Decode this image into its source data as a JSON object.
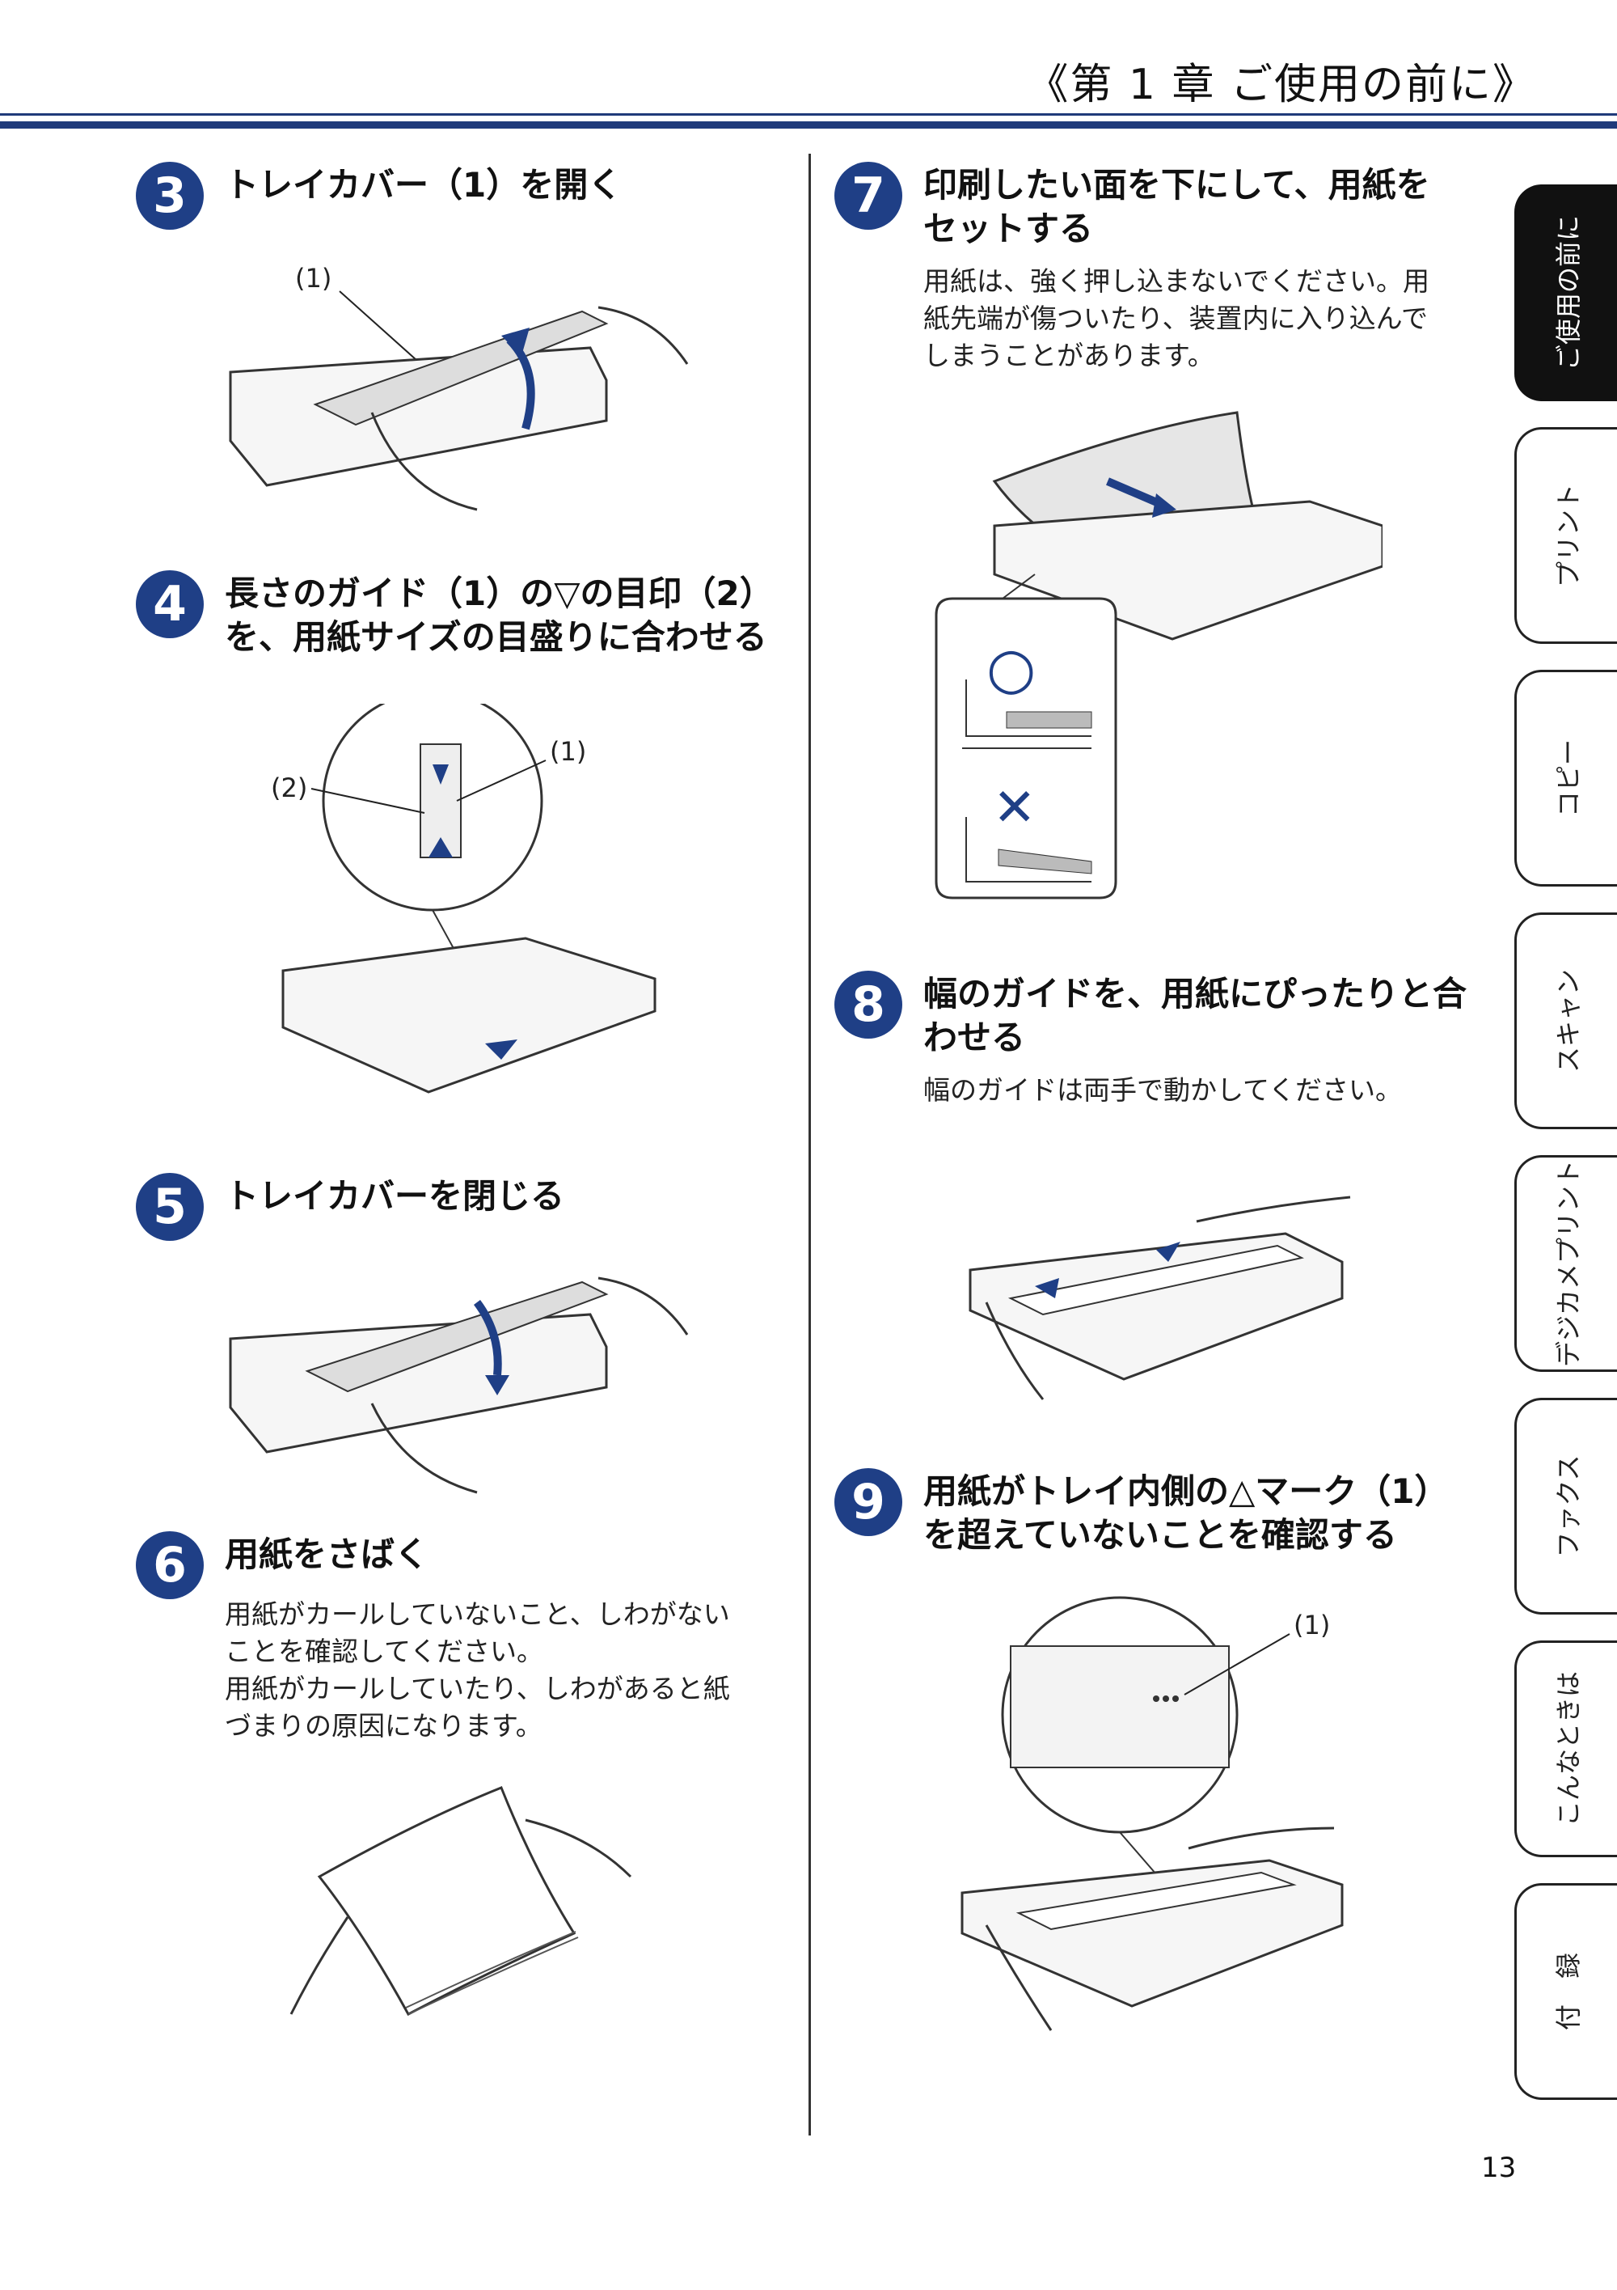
{
  "header": {
    "chapter_title": "《第 1 章 ご使用の前に》"
  },
  "steps": {
    "s3": {
      "number": "3",
      "title": "トレイカバー（1）を開く",
      "callout1": "(1)"
    },
    "s4": {
      "number": "4",
      "title_line1": "長さのガイド（1）の▽の目印（2）",
      "title_line2": "を、用紙サイズの目盛りに合わせる",
      "callout1": "(1)",
      "callout2": "(2)"
    },
    "s5": {
      "number": "5",
      "title": "トレイカバーを閉じる"
    },
    "s6": {
      "number": "6",
      "title": "用紙をさばく",
      "body_line1": "用紙がカールしていないこと、しわがない",
      "body_line2": "ことを確認してください。",
      "body_line3": "用紙がカールしていたり、しわがあると紙",
      "body_line4": "づまりの原因になります。"
    },
    "s7": {
      "number": "7",
      "title_line1": "印刷したい面を下にして、用紙を",
      "title_line2": "セットする",
      "body_line1": "用紙は、強く押し込まないでください。用",
      "body_line2": "紙先端が傷ついたり、装置内に入り込んで",
      "body_line3": "しまうことがあります。",
      "ok_mark": "○",
      "ng_mark": "✕"
    },
    "s8": {
      "number": "8",
      "title_line1": "幅のガイドを、用紙にぴったりと合",
      "title_line2": "わせる",
      "body_line1": "幅のガイドは両手で動かしてください。"
    },
    "s9": {
      "number": "9",
      "title_line1": "用紙がトレイ内側の△マーク（1）",
      "title_line2": "を超えていないことを確認する",
      "callout1": "(1)"
    }
  },
  "side_tabs": [
    {
      "label": "ご使用の前に",
      "active": true
    },
    {
      "label": "プリント",
      "active": false
    },
    {
      "label": "コピー",
      "active": false
    },
    {
      "label": "スキャン",
      "active": false
    },
    {
      "label": "デジカメプリント",
      "active": false
    },
    {
      "label": "ファクス",
      "active": false
    },
    {
      "label": "こんなときは",
      "active": false
    },
    {
      "label": "付　録",
      "active": false
    }
  ],
  "footer": {
    "page_number": "13"
  },
  "colors": {
    "accent": "#1f3f86",
    "rule": "#1f3a7a"
  }
}
